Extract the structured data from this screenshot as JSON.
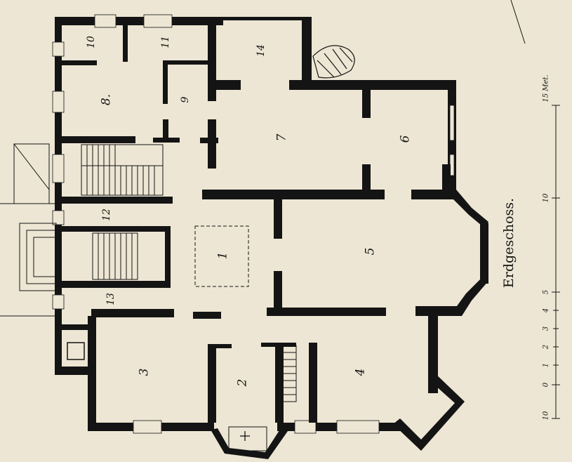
{
  "title": "Erdgeschoss.",
  "rooms": [
    {
      "id": "1",
      "label": "1"
    },
    {
      "id": "2",
      "label": "2"
    },
    {
      "id": "3",
      "label": "3"
    },
    {
      "id": "4",
      "label": "4"
    },
    {
      "id": "5",
      "label": "5"
    },
    {
      "id": "6",
      "label": "6"
    },
    {
      "id": "7",
      "label": "7"
    },
    {
      "id": "8",
      "label": "8."
    },
    {
      "id": "9",
      "label": "9"
    },
    {
      "id": "10",
      "label": "10"
    },
    {
      "id": "11",
      "label": "11"
    },
    {
      "id": "12",
      "label": "12"
    },
    {
      "id": "13",
      "label": "13"
    },
    {
      "id": "14",
      "label": "14"
    }
  ],
  "scale": {
    "unit_label": "15 Met.",
    "ticks": [
      "10",
      "0",
      "1",
      "2",
      "3",
      "4",
      "5",
      "10"
    ]
  }
}
